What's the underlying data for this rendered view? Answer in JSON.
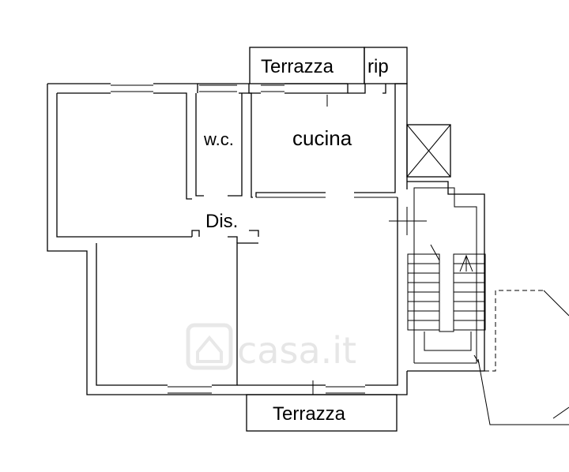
{
  "rooms": {
    "terrace_top": "Terrazza",
    "storage": "rip",
    "wc": "w.c.",
    "kitchen": "cucina",
    "hall": "Dis.",
    "terrace_bottom": "Terrazza"
  },
  "watermark": "casa.it",
  "colors": {
    "walls": "#000000",
    "background": "#ffffff",
    "watermark": "#e6e6e6"
  }
}
